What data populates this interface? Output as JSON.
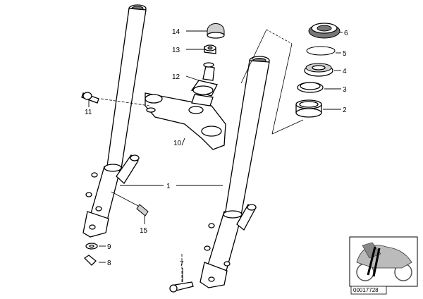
{
  "diagram": {
    "callouts": [
      "1",
      "2",
      "3",
      "4",
      "5",
      "6",
      "7",
      "8",
      "9",
      "10",
      "11",
      "12",
      "13",
      "14",
      "15"
    ],
    "reference_code": "00017728"
  }
}
